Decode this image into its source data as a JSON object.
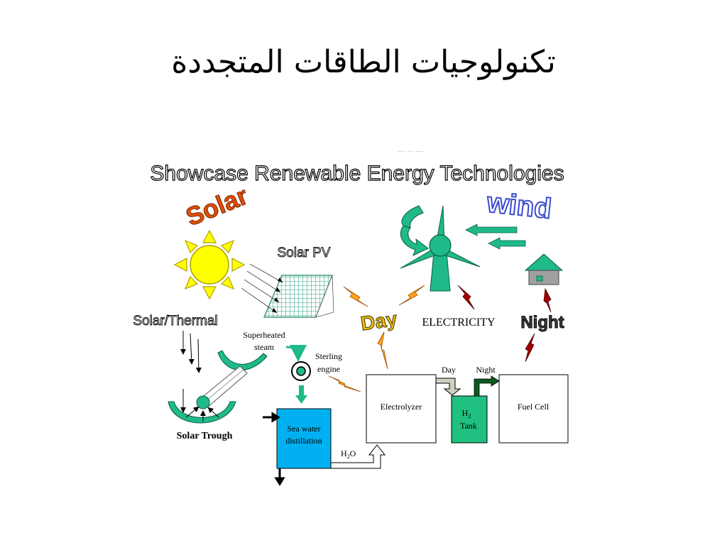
{
  "slide": {
    "title": "تكنولوجيات الطاقات المتجددة",
    "heading": "Showcase Renewable Energy Technologies"
  },
  "labels": {
    "solar": "Solar",
    "wind": "wind",
    "solar_pv": "Solar PV",
    "solar_thermal": "Solar/Thermal",
    "superheated": "Superheated",
    "steam": "steam",
    "sterling": "Sterling",
    "engine": "engine",
    "day_big": "Day",
    "electricity": "ELECTRICITY",
    "night_big": "Night",
    "solar_trough": "Solar Trough",
    "sea_water": "Sea water",
    "distillation": "distillation",
    "electrolyzer": "Electrolyzer",
    "day_small": "Day",
    "night_small": "Night",
    "h2": "H",
    "h2_sub": "2",
    "tank": "Tank",
    "fuel_cell": "Fuel Cell",
    "h2o": "H",
    "h2o_sub": "2",
    "h2o_o": "O"
  },
  "colors": {
    "sun": "#ffff00",
    "teal": "#1fb98a",
    "bolt_orange": "#ffa31a",
    "bolt_red": "#a00000",
    "sea_box": "#00b0f0",
    "tank": "#20c080",
    "solar_word": "#e05000",
    "wind_word": "#3a4bd0"
  }
}
